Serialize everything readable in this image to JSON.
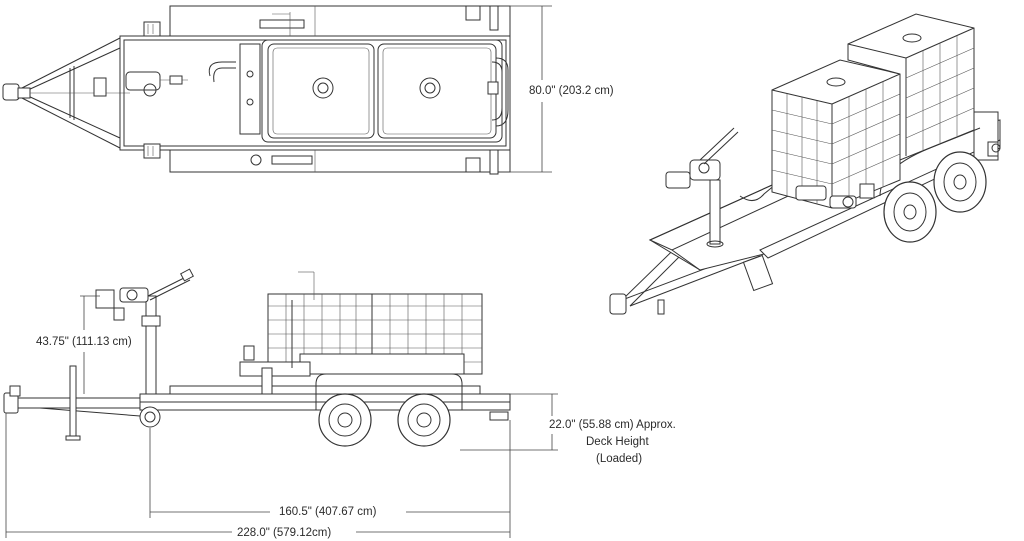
{
  "dimensions": {
    "width": "80.0\" (203.2 cm)",
    "mast_height": "43.75\" (111.13 cm)",
    "deck_height_line1": "22.0\" (55.88 cm) Approx.",
    "deck_height_line2": "Deck Height",
    "deck_height_line3": "(Loaded)",
    "axle_to_end": "160.5\" (407.67 cm)",
    "overall_length": "228.0\" (579.12cm)"
  },
  "colors": {
    "line": "#333333",
    "background": "#ffffff"
  }
}
